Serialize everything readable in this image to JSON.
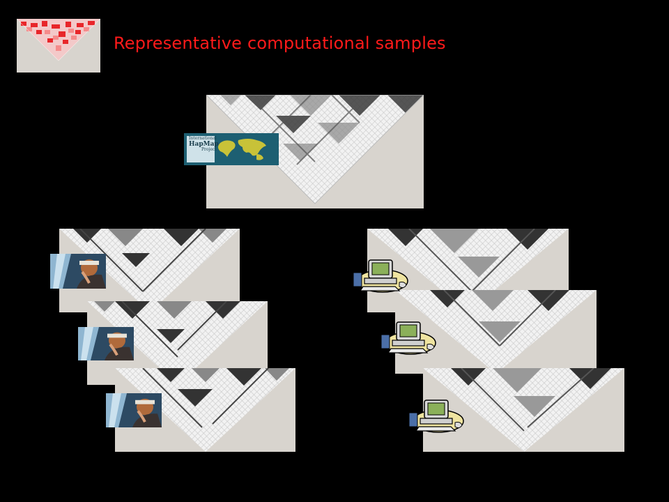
{
  "title": "Representative computational samples",
  "colors": {
    "background": "#000000",
    "title": "#ff1a1a",
    "panel": "#d8d4ce",
    "hapmap": "#1d5f72"
  },
  "hapmap_logo": {
    "line1": "International",
    "line2": "HapMap",
    "line3": "Project"
  },
  "icons": {
    "top_left": "ld-heatmap-red-thumbnail",
    "people": "scientist-photo-icon",
    "computers": "computer-clipart-icon"
  }
}
